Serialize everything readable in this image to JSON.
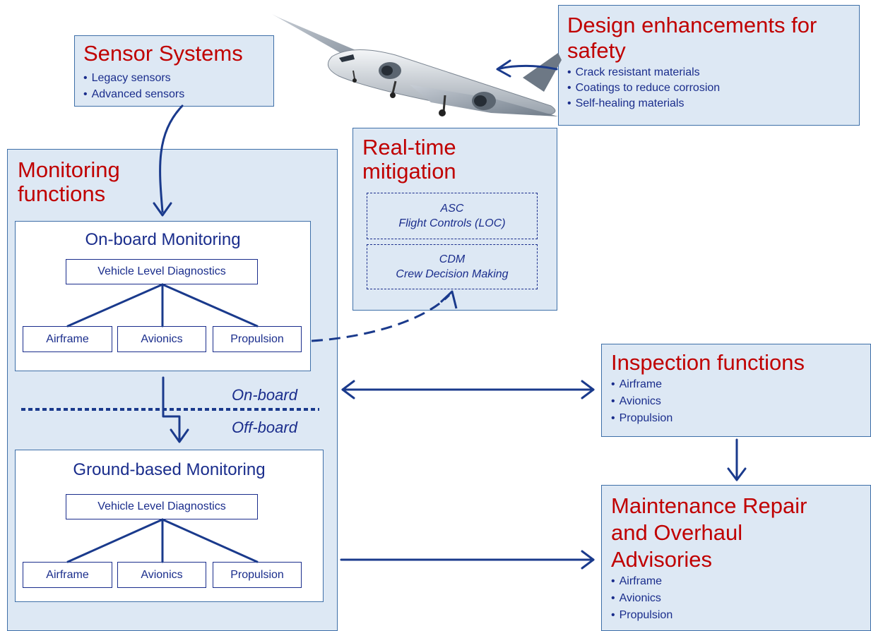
{
  "sensor": {
    "title": "Sensor Systems",
    "items": [
      "Legacy sensors",
      "Advanced sensors"
    ]
  },
  "design": {
    "title": "Design enhancements for safety",
    "items": [
      "Crack resistant materials",
      "Coatings to reduce corrosion",
      "Self-healing materials"
    ]
  },
  "realtime": {
    "title": "Real-time mitigation",
    "asc": {
      "line1": "ASC",
      "line2": "Flight Controls (LOC)"
    },
    "cdm": {
      "line1": "CDM",
      "line2": "Crew Decision Making"
    }
  },
  "monitoring": {
    "title": "Monitoring functions",
    "onboard": {
      "title": "On-board Monitoring",
      "vld": "Vehicle Level Diagnostics",
      "airframe": "Airframe",
      "avionics": "Avionics",
      "propulsion": "Propulsion"
    },
    "ground": {
      "title": "Ground-based Monitoring",
      "vld": "Vehicle Level Diagnostics",
      "airframe": "Airframe",
      "avionics": "Avionics",
      "propulsion": "Propulsion"
    },
    "onboard_label": "On-board",
    "offboard_label": "Off-board"
  },
  "inspection": {
    "title": "Inspection functions",
    "items": [
      "Airframe",
      "Avionics",
      "Propulsion"
    ]
  },
  "mro": {
    "title": "Maintenance Repair and Overhaul Advisories",
    "items": [
      "Airframe",
      "Avionics",
      "Propulsion"
    ]
  },
  "colors": {
    "box_fill": "#dde8f4",
    "title_red": "#c00000",
    "navy": "#1a2d8c"
  }
}
